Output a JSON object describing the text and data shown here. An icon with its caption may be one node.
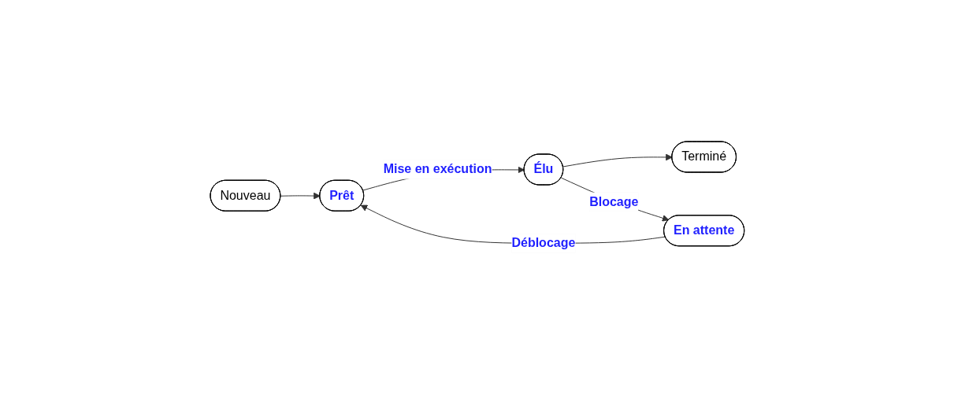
{
  "diagram": {
    "nodes": [
      {
        "text": [
          "Nouveau"
        ]
      },
      {
        "text": [
          "Prêt"
        ]
      },
      {
        "text": [
          "Élu"
        ]
      },
      {
        "text": [
          "Terminé"
        ]
      },
      {
        "text": [
          "En attente"
        ]
      }
    ],
    "edges": [
      {
        "from": 0,
        "to": 1,
        "arrow": "to"
      },
      {
        "from": 1,
        "to": 2,
        "arrow": "to",
        "label": "Mise en exécution"
      },
      {
        "from": 2,
        "to": 3,
        "arrow": "to"
      },
      {
        "from": 2,
        "to": 4,
        "arrow": "to",
        "label": "Blocage"
      },
      {
        "from": 4,
        "to": 1,
        "arrow": "to",
        "label": "Déblocage"
      }
    ]
  }
}
